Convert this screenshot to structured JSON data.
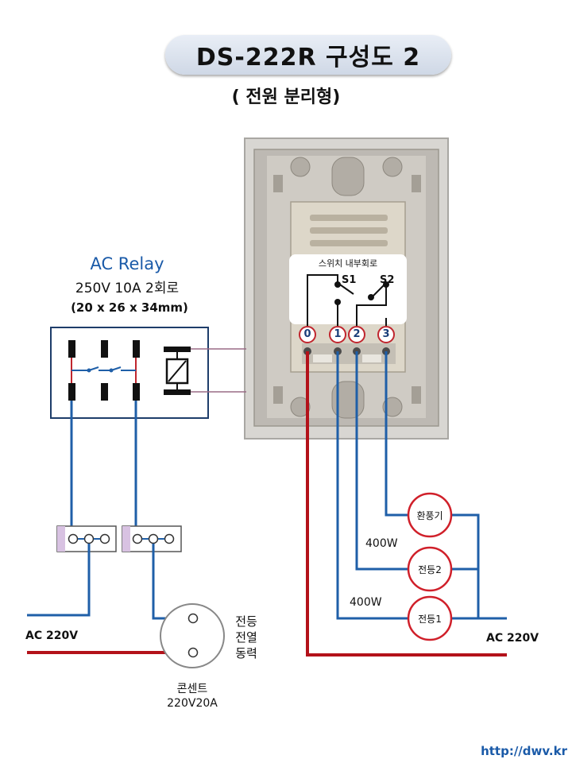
{
  "title": "DS-222R 구성도 2",
  "subtitle": "( 전원 분리형)",
  "relay": {
    "title": "AC Relay",
    "spec": "250V 10A 2회로",
    "size": "(20 x 26 x 34mm)"
  },
  "switch_circuit": {
    "title": "스위치 내부회로",
    "s1": "S1",
    "s2": "S2",
    "terminals": [
      "0",
      "1",
      "2",
      "3"
    ]
  },
  "loads": {
    "fan": "환풍기",
    "lamp2": "전등2",
    "lamp1": "전등1",
    "power_lamp2": "400W",
    "power_lamp1": "400W"
  },
  "outlet": {
    "label_line1": "콘센트",
    "label_line2": "220V20A",
    "uses": [
      "전등",
      "전열",
      "동력"
    ]
  },
  "supply_left": "AC 220V",
  "supply_right": "AC 220V",
  "url": "http://dwv.kr",
  "colors": {
    "wire_blue": "#1f5fa8",
    "wire_red": "#b3121a",
    "accent": "#1a5aa8"
  }
}
